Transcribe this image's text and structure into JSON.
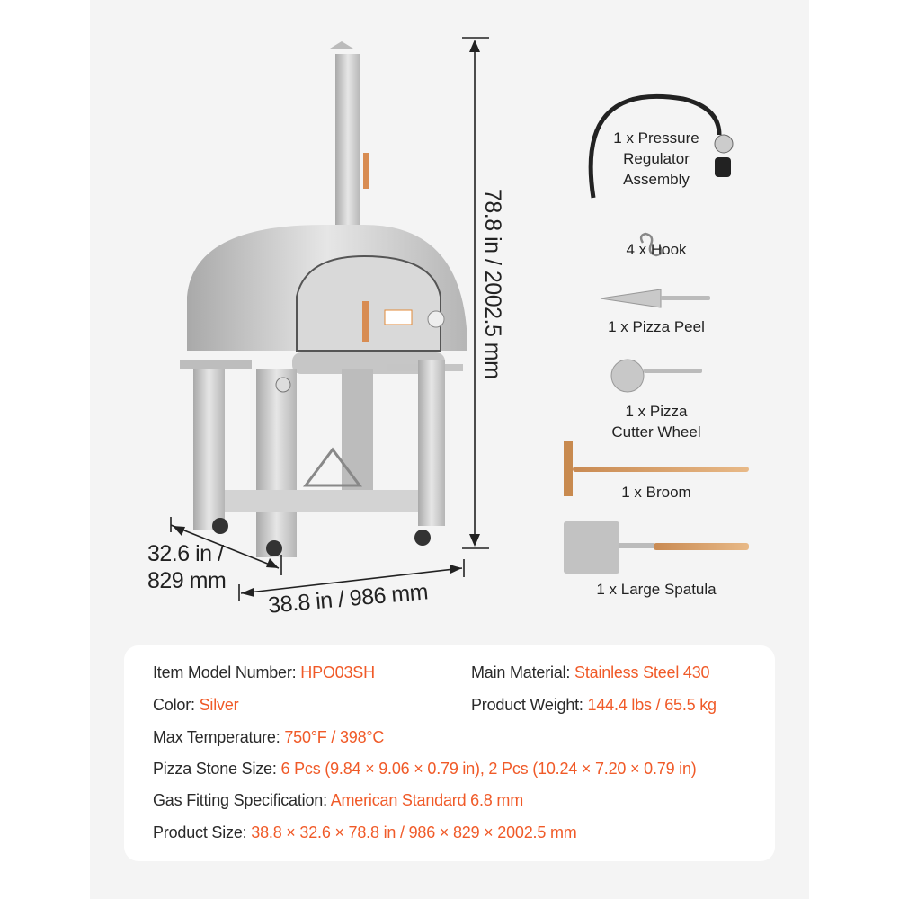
{
  "dimensions": {
    "height": "78.8 in / 2002.5 mm",
    "depth_line1": "32.6 in /",
    "depth_line2": "829 mm",
    "width": "38.8 in / 986 mm"
  },
  "accessories": [
    {
      "line1": "1 x Pressure",
      "line2": "Regulator",
      "line3": "Assembly",
      "icon": "pressure-regulator-hose"
    },
    {
      "line1": "4 x Hook",
      "icon": "s-hook"
    },
    {
      "line1": "1 x Pizza Peel",
      "icon": "pizza-peel"
    },
    {
      "line1": "1 x Pizza",
      "line2": "Cutter Wheel",
      "icon": "pizza-cutter"
    },
    {
      "line1": "1 x Broom",
      "icon": "broom"
    },
    {
      "line1": "1 x Large Spatula",
      "icon": "spatula"
    }
  ],
  "specs": {
    "model": {
      "label": "Item Model Number: ",
      "value": "HPO03SH"
    },
    "material": {
      "label": "Main Material: ",
      "value": "Stainless Steel 430"
    },
    "color": {
      "label": "Color: ",
      "value": "Silver"
    },
    "weight": {
      "label": "Product Weight: ",
      "value": "144.4 lbs / 65.5 kg"
    },
    "temperature": {
      "label": "Max Temperature: ",
      "value": "750°F / 398°C"
    },
    "stone": {
      "label": "Pizza Stone Size: ",
      "value": "6 Pcs (9.84 × 9.06 × 0.79 in), 2 Pcs (10.24 × 7.20 × 0.79 in)"
    },
    "gas": {
      "label": "Gas Fitting Specification: ",
      "value": "American Standard 6.8 mm"
    },
    "size": {
      "label": "Product Size: ",
      "value": "38.8 × 32.6 × 78.8 in / 986 × 829 × 2002.5 mm"
    }
  },
  "colors": {
    "accent": "#f05a28",
    "panel": "#f4f4f4",
    "steel": "#c9c9c9"
  }
}
